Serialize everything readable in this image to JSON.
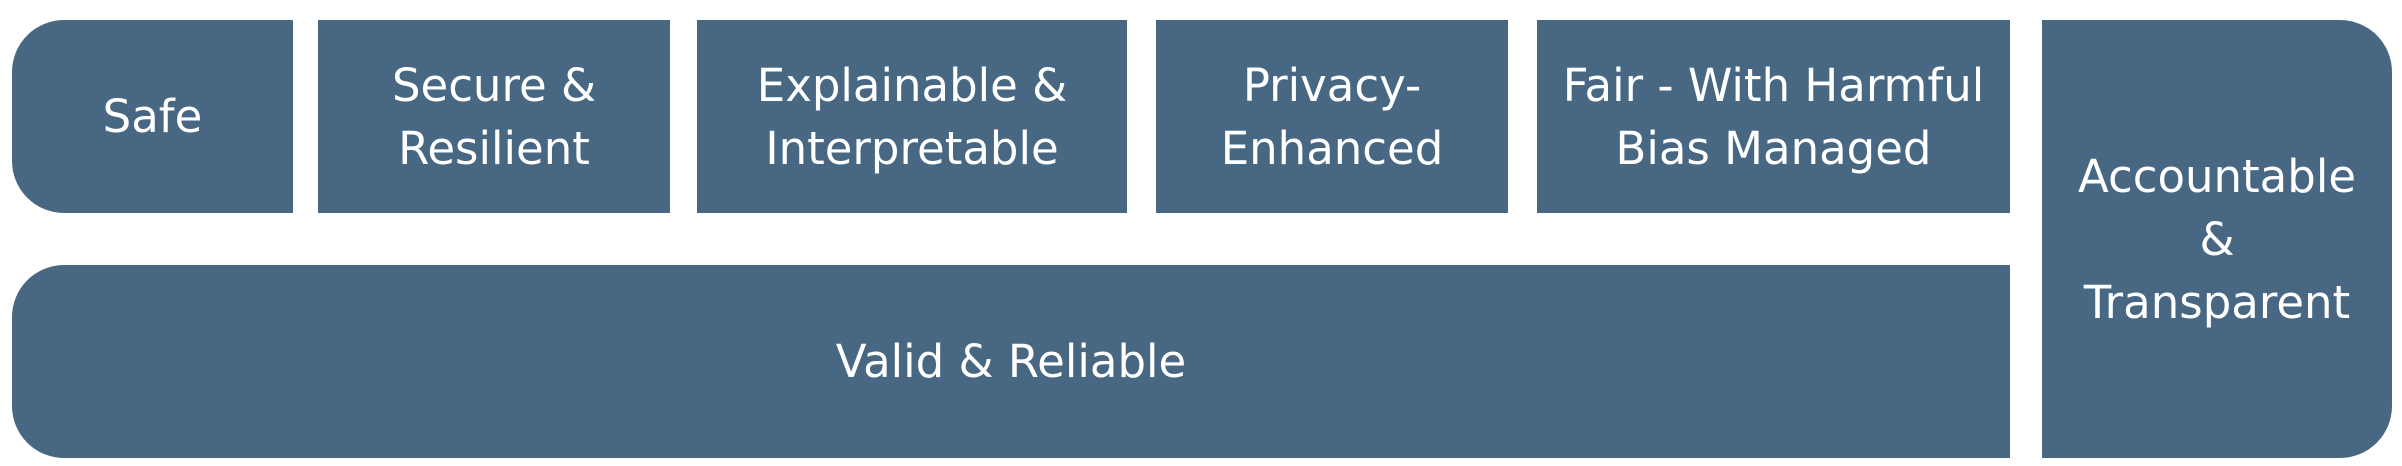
{
  "diagram": {
    "top_row": [
      {
        "id": "safe",
        "lines": [
          "Safe"
        ]
      },
      {
        "id": "secure",
        "lines": [
          "Secure &",
          "Resilient"
        ]
      },
      {
        "id": "explainable",
        "lines": [
          "Explainable &",
          "Interpretable"
        ]
      },
      {
        "id": "privacy",
        "lines": [
          "Privacy-",
          "Enhanced"
        ]
      },
      {
        "id": "fair",
        "lines": [
          "Fair - With Harmful",
          "Bias Managed"
        ]
      }
    ],
    "base": {
      "lines": [
        "Valid & Reliable"
      ]
    },
    "side": {
      "lines": [
        "Accountable",
        "&",
        "Transparent"
      ]
    },
    "colors": {
      "box_fill": "#476783",
      "text": "#ffffff",
      "background": "#ffffff"
    }
  }
}
